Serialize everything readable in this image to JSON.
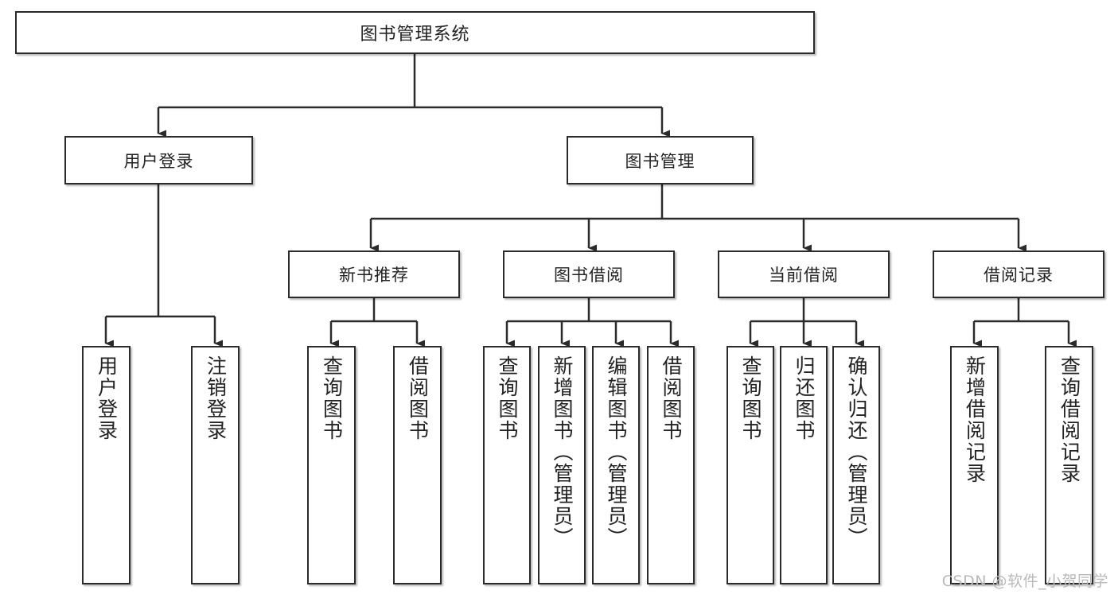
{
  "diagram": {
    "title": "图书管理系统",
    "type": "hierarchy-tree",
    "root": {
      "label": "图书管理系统"
    },
    "level2": [
      {
        "id": "user-login",
        "label": "用户登录"
      },
      {
        "id": "book-manage",
        "label": "图书管理"
      }
    ],
    "level3": [
      {
        "id": "new-book-rec",
        "label": "新书推荐",
        "parent": "book-manage"
      },
      {
        "id": "book-borrow",
        "label": "图书借阅",
        "parent": "book-manage"
      },
      {
        "id": "current-borrow",
        "label": "当前借阅",
        "parent": "book-manage"
      },
      {
        "id": "borrow-record",
        "label": "借阅记录",
        "parent": "book-manage"
      }
    ],
    "leaves": [
      {
        "id": "leaf-user-login",
        "label": "用户登录",
        "parent": "user-login"
      },
      {
        "id": "leaf-logout",
        "label": "注销登录",
        "parent": "user-login"
      },
      {
        "id": "leaf-query-book-1",
        "label": "查询图书",
        "parent": "new-book-rec"
      },
      {
        "id": "leaf-borrow-book-1",
        "label": "借阅图书",
        "parent": "new-book-rec"
      },
      {
        "id": "leaf-query-book-2",
        "label": "查询图书",
        "parent": "book-borrow"
      },
      {
        "id": "leaf-add-book",
        "label": "新增图书（管理员）",
        "parent": "book-borrow"
      },
      {
        "id": "leaf-edit-book",
        "label": "编辑图书（管理员）",
        "parent": "book-borrow"
      },
      {
        "id": "leaf-borrow-book-2",
        "label": "借阅图书",
        "parent": "book-borrow"
      },
      {
        "id": "leaf-query-book-3",
        "label": "查询图书",
        "parent": "current-borrow"
      },
      {
        "id": "leaf-return-book",
        "label": "归还图书",
        "parent": "current-borrow"
      },
      {
        "id": "leaf-confirm-return",
        "label": "确认归还（管理员）",
        "parent": "current-borrow"
      },
      {
        "id": "leaf-add-record",
        "label": "新增借阅记录",
        "parent": "borrow-record"
      },
      {
        "id": "leaf-query-record",
        "label": "查询借阅记录",
        "parent": "borrow-record"
      }
    ]
  },
  "watermark": {
    "text": "CSDN @软件_小贺同学"
  },
  "colors": {
    "border": "#2b2b2b",
    "background": "#ffffff",
    "text": "#222222",
    "watermark": "#b9b9b9"
  }
}
